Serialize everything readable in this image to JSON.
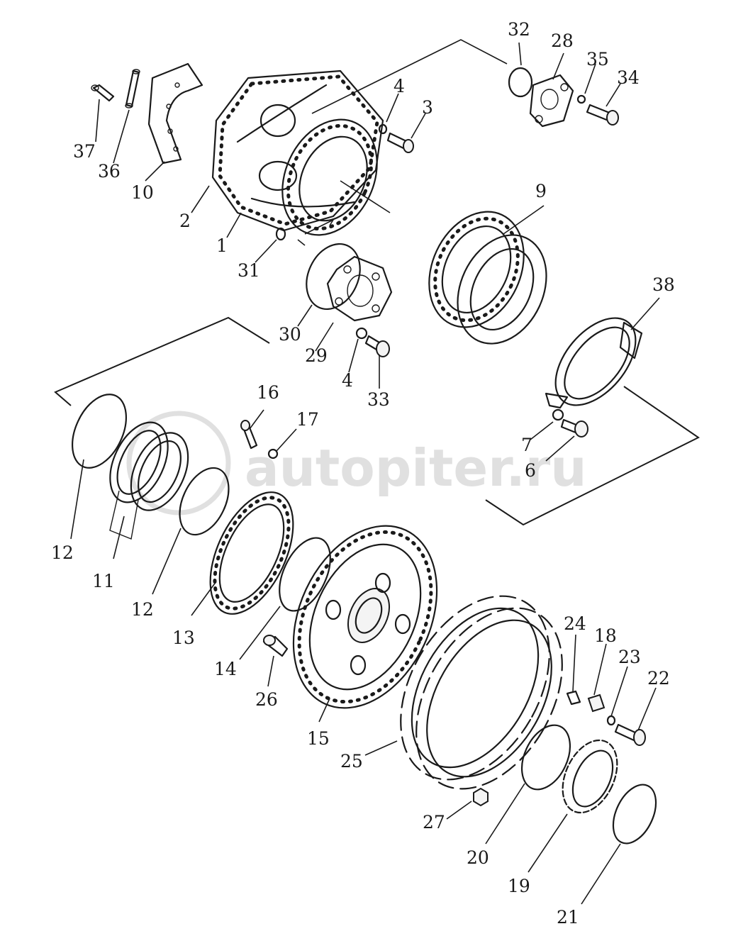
{
  "watermark": {
    "text": "autopiter.ru"
  },
  "callouts": {
    "c1": "1",
    "c2": "2",
    "c3": "3",
    "c4a": "4",
    "c4b": "4",
    "c6": "6",
    "c7": "7",
    "c9": "9",
    "c10": "10",
    "c11": "11",
    "c12a": "12",
    "c12b": "12",
    "c13": "13",
    "c14": "14",
    "c15": "15",
    "c16": "16",
    "c17": "17",
    "c18": "18",
    "c19": "19",
    "c20": "20",
    "c21": "21",
    "c22": "22",
    "c23": "23",
    "c24": "24",
    "c25": "25",
    "c26": "26",
    "c27": "27",
    "c28": "28",
    "c29": "29",
    "c30": "30",
    "c31": "31",
    "c32": "32",
    "c33": "33",
    "c34": "34",
    "c35": "35",
    "c36": "36",
    "c37": "37",
    "c38": "38"
  }
}
